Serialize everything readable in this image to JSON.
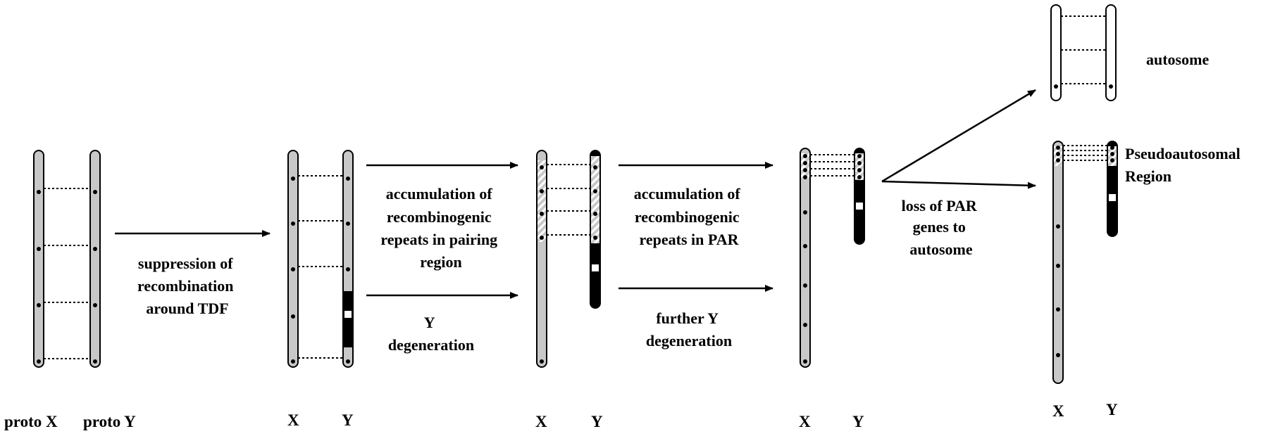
{
  "colors": {
    "chromosome_fill": "#c8c8c8",
    "degenerate_fill": "#000000",
    "outline": "#000000",
    "background": "#ffffff",
    "repeat_hatch": "#ffffff"
  },
  "stages": [
    {
      "x_label": "proto X",
      "y_label": "proto Y"
    },
    {
      "x_label": "X",
      "y_label": "Y"
    },
    {
      "x_label": "X",
      "y_label": "Y"
    },
    {
      "x_label": "X",
      "y_label": "Y"
    },
    {
      "x_label": "X",
      "y_label": "Y"
    }
  ],
  "steps": {
    "suppression": [
      "suppression of",
      "recombination",
      "around TDF"
    ],
    "accumulation_pairing": [
      "accumulation of",
      "recombinogenic",
      "repeats in pairing",
      "region"
    ],
    "y_degeneration": [
      "Y",
      "degeneration"
    ],
    "accumulation_par": [
      "accumulation of",
      "recombinogenic",
      "repeats in PAR"
    ],
    "further_degeneration": [
      "further Y",
      "degeneration"
    ],
    "loss_of_par": [
      "loss of PAR",
      "genes to",
      "autosome"
    ]
  },
  "labels": {
    "autosome": "autosome",
    "pseudoautosomal": [
      "Pseudoautosomal",
      "Region"
    ]
  }
}
